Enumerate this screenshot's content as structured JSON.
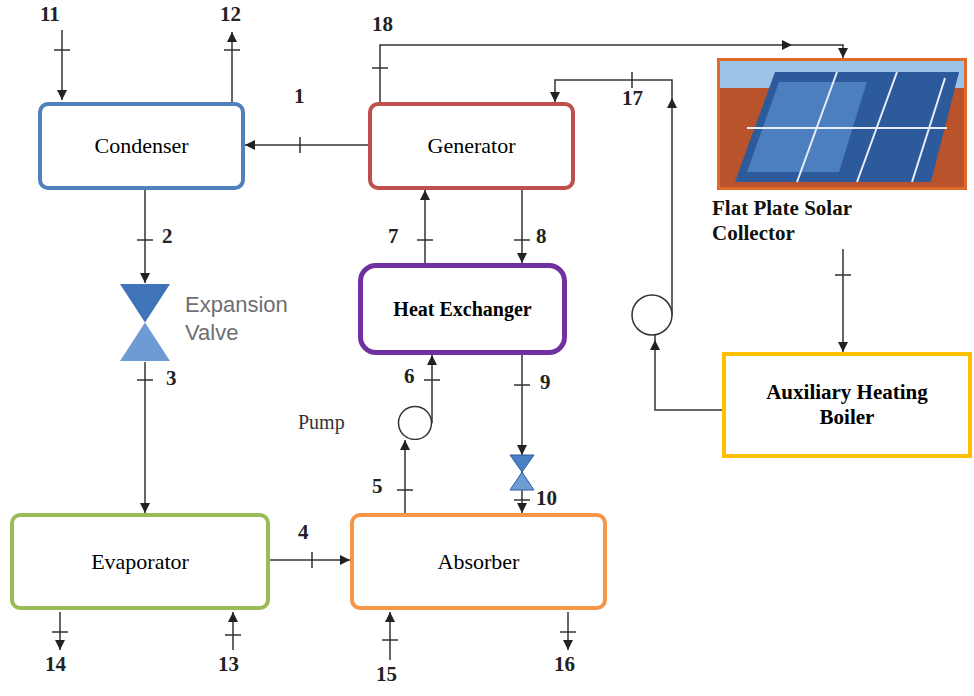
{
  "diagram": {
    "nodes": [
      {
        "text": [
          "Condenser"
        ]
      },
      {
        "text": [
          "Generator"
        ]
      },
      {
        "text": [
          "Flat Plate Solar Collector"
        ]
      },
      {
        "text": [
          "Heat Exchanger"
        ]
      },
      {
        "text": [
          "Expansion Valve"
        ]
      },
      {
        "text": [
          "Pump"
        ]
      },
      {
        "text": [
          "Auxiliary Heating Boiler"
        ]
      },
      {
        "text": [
          "Evaporator"
        ]
      },
      {
        "text": [
          "Absorber"
        ]
      }
    ],
    "edges": [
      {
        "from": 1,
        "to": 0,
        "arrow": "to"
      },
      {
        "from": 0,
        "to": 4,
        "arrow": "to"
      },
      {
        "from": 4,
        "to": 7,
        "arrow": "to"
      },
      {
        "from": 7,
        "to": 8,
        "arrow": "to"
      },
      {
        "from": 8,
        "to": 5,
        "arrow": "to"
      },
      {
        "from": 5,
        "to": 3,
        "arrow": "to"
      },
      {
        "from": 3,
        "to": 1,
        "arrow": "to"
      },
      {
        "from": 1,
        "to": 3,
        "arrow": "to"
      },
      {
        "from": 3,
        "to": 8,
        "arrow": "to"
      },
      {
        "from": 1,
        "to": 2,
        "arrow": "to"
      },
      {
        "from": 2,
        "to": 6,
        "arrow": "to"
      },
      {
        "from": 6,
        "to": 1,
        "arrow": "to"
      }
    ],
    "labels": [
      "11",
      "12",
      "18",
      "1",
      "17",
      "2",
      "7",
      "8",
      "6",
      "9",
      "3",
      "5",
      "10",
      "4",
      "14",
      "13",
      "15",
      "16"
    ]
  }
}
